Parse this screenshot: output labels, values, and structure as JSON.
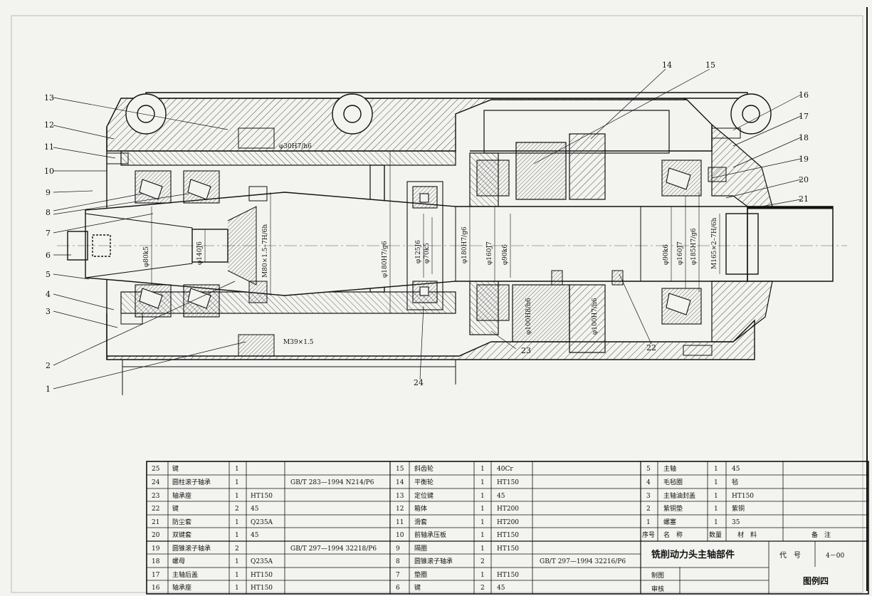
{
  "callouts": [
    {
      "id": "1",
      "label": "1"
    },
    {
      "id": "2",
      "label": "2"
    },
    {
      "id": "3",
      "label": "3"
    },
    {
      "id": "4",
      "label": "4"
    },
    {
      "id": "5",
      "label": "5"
    },
    {
      "id": "6",
      "label": "6"
    },
    {
      "id": "7",
      "label": "7"
    },
    {
      "id": "8",
      "label": "8"
    },
    {
      "id": "9",
      "label": "9"
    },
    {
      "id": "10",
      "label": "10"
    },
    {
      "id": "11",
      "label": "11"
    },
    {
      "id": "12",
      "label": "12"
    },
    {
      "id": "13",
      "label": "13"
    },
    {
      "id": "14",
      "label": "14"
    },
    {
      "id": "15",
      "label": "15"
    },
    {
      "id": "16",
      "label": "16"
    },
    {
      "id": "17",
      "label": "17"
    },
    {
      "id": "18",
      "label": "18"
    },
    {
      "id": "19",
      "label": "19"
    },
    {
      "id": "20",
      "label": "20"
    },
    {
      "id": "21",
      "label": "21"
    },
    {
      "id": "22",
      "label": "22"
    },
    {
      "id": "23",
      "label": "23"
    },
    {
      "id": "24",
      "label": "24"
    }
  ],
  "dimensions": {
    "d30": "φ30H7/h6",
    "d80": "φ80k5",
    "d140": "φ140J6",
    "m80": "M80×1.5–7H/6h",
    "d180a": "φ180H7/g6",
    "d125": "φ125J6",
    "d70": "φ70k5",
    "d180b": "φ180H7/g6",
    "d160a": "φ160J7",
    "d90a": "φ90k6",
    "d100a": "φ100H8/h6",
    "d100b": "φ100H7/h6",
    "d90b": "φ90k6",
    "d160b": "φ160J7",
    "d185": "φ185H7/g6",
    "m165": "M165×2–7H/6h",
    "m39": "M39×1.5"
  },
  "bom": {
    "col1": [
      {
        "no": "25",
        "name": "键",
        "qty": "1",
        "mat": "",
        "std": ""
      },
      {
        "no": "24",
        "name": "圆柱滚子轴承",
        "qty": "1",
        "mat": "",
        "std": "GB/T 283—1994 N214/P6"
      },
      {
        "no": "23",
        "name": "轴承座",
        "qty": "1",
        "mat": "HT150",
        "std": ""
      },
      {
        "no": "22",
        "name": "键",
        "qty": "2",
        "mat": "45",
        "std": ""
      },
      {
        "no": "21",
        "name": "防尘套",
        "qty": "1",
        "mat": "Q235A",
        "std": ""
      },
      {
        "no": "20",
        "name": "双键套",
        "qty": "1",
        "mat": "45",
        "std": ""
      },
      {
        "no": "19",
        "name": "圆锥滚子轴承",
        "qty": "2",
        "mat": "",
        "std": "GB/T 297—1994 32218/P6"
      },
      {
        "no": "18",
        "name": "螺母",
        "qty": "1",
        "mat": "Q235A",
        "std": ""
      },
      {
        "no": "17",
        "name": "主轴后盖",
        "qty": "1",
        "mat": "HT150",
        "std": ""
      },
      {
        "no": "16",
        "name": "轴承座",
        "qty": "1",
        "mat": "HT150",
        "std": ""
      }
    ],
    "col2": [
      {
        "no": "15",
        "name": "斜齿轮",
        "qty": "1",
        "mat": "40Cr",
        "std": ""
      },
      {
        "no": "14",
        "name": "平衡轮",
        "qty": "1",
        "mat": "HT150",
        "std": ""
      },
      {
        "no": "13",
        "name": "定位键",
        "qty": "1",
        "mat": "45",
        "std": ""
      },
      {
        "no": "12",
        "name": "箱体",
        "qty": "1",
        "mat": "HT200",
        "std": ""
      },
      {
        "no": "11",
        "name": "滑套",
        "qty": "1",
        "mat": "HT200",
        "std": ""
      },
      {
        "no": "10",
        "name": "前轴承压板",
        "qty": "1",
        "mat": "HT150",
        "std": ""
      },
      {
        "no": "9",
        "name": "隔圈",
        "qty": "1",
        "mat": "HT150",
        "std": ""
      },
      {
        "no": "8",
        "name": "圆锥滚子轴承",
        "qty": "2",
        "mat": "",
        "std": "GB/T 297—1994 32216/P6"
      },
      {
        "no": "7",
        "name": "垫圈",
        "qty": "1",
        "mat": "HT150",
        "std": ""
      },
      {
        "no": "6",
        "name": "键",
        "qty": "2",
        "mat": "45",
        "std": ""
      }
    ],
    "col3": [
      {
        "no": "5",
        "name": "主轴",
        "qty": "1",
        "mat": "45",
        "std": ""
      },
      {
        "no": "4",
        "name": "毛毡圈",
        "qty": "1",
        "mat": "毡",
        "std": ""
      },
      {
        "no": "3",
        "name": "主轴油封盖",
        "qty": "1",
        "mat": "HT150",
        "std": ""
      },
      {
        "no": "2",
        "name": "紫铜垫",
        "qty": "1",
        "mat": "紫铜",
        "std": ""
      },
      {
        "no": "1",
        "name": "螺塞",
        "qty": "1",
        "mat": "35",
        "std": ""
      }
    ],
    "header": {
      "no": "序号",
      "name": "名　称",
      "qty": "数量",
      "mat": "材　料",
      "remark": "备　注"
    },
    "title": "铣削动力头主轴部件",
    "code_label": "代　号",
    "code_value": "4－00",
    "drawn": "制图",
    "checked": "审核",
    "figure": "图例四"
  },
  "colors": {
    "line": "#111111",
    "paper": "#f3f3f0"
  }
}
